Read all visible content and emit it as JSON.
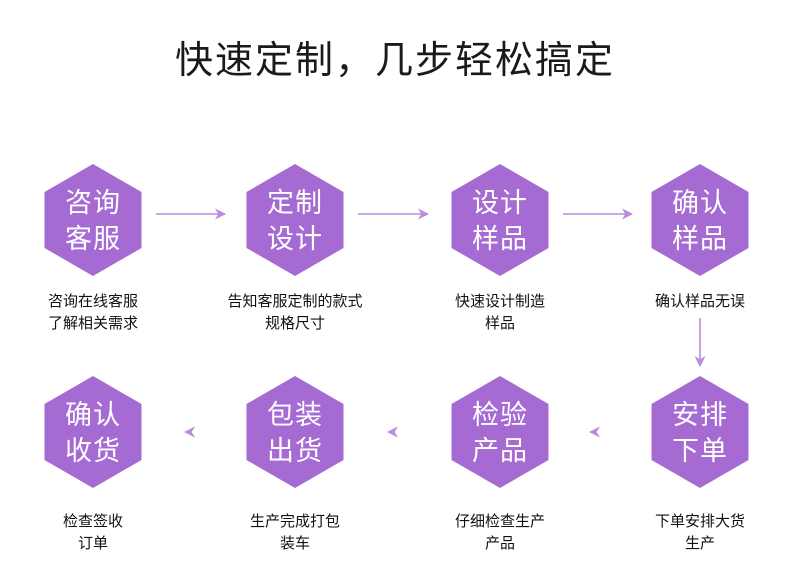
{
  "title": "快速定制，几步轻松搞定",
  "colors": {
    "hex_fill": "#a66bd3",
    "arrow": "#b98ce0",
    "text": "#111111"
  },
  "steps": [
    {
      "label": [
        "咨询",
        "客服"
      ],
      "desc": [
        "咨询在线客服",
        "了解相关需求"
      ]
    },
    {
      "label": [
        "定制",
        "设计"
      ],
      "desc": [
        "告知客服定制的款式",
        "规格尺寸"
      ]
    },
    {
      "label": [
        "设计",
        "样品"
      ],
      "desc": [
        "快速设计制造",
        "样品"
      ]
    },
    {
      "label": [
        "确认",
        "样品"
      ],
      "desc": [
        "确认样品无误"
      ]
    },
    {
      "label": [
        "安排",
        "下单"
      ],
      "desc": [
        "下单安排大货",
        "生产"
      ]
    },
    {
      "label": [
        "检验",
        "产品"
      ],
      "desc": [
        "仔细检查生产",
        "产品"
      ]
    },
    {
      "label": [
        "包装",
        "出货"
      ],
      "desc": [
        "生产完成打包",
        "装车"
      ]
    },
    {
      "label": [
        "确认",
        "收货"
      ],
      "desc": [
        "检查签收",
        "订单"
      ]
    }
  ]
}
